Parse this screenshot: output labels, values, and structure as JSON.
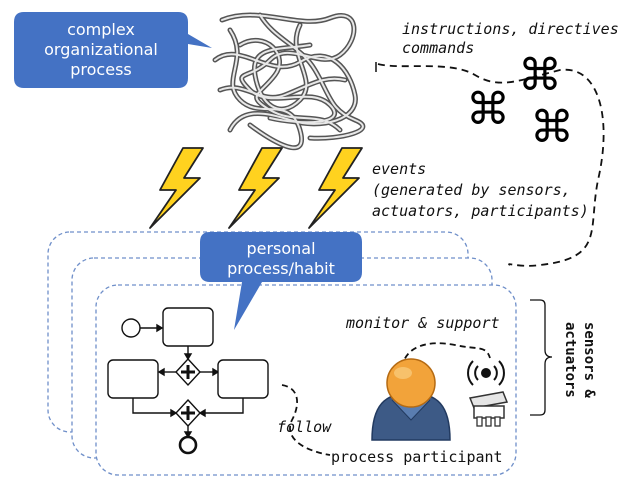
{
  "callouts": {
    "complex_process": [
      "complex",
      "organizational",
      "process"
    ],
    "personal_process": [
      "personal",
      "process/habit"
    ]
  },
  "labels": {
    "instructions": [
      "instructions, directives,",
      "commands"
    ],
    "events": [
      "events",
      "(generated by sensors,",
      "actuators, participants)"
    ],
    "monitor": "monitor & support",
    "follow": "follow",
    "participant": "process participant",
    "sensors_actuators": [
      "sensors &",
      "actuators"
    ]
  },
  "icons": {
    "command_symbol": "⌘",
    "command_count": 3,
    "lightning_count": 3,
    "tangle": "tangled-process-icon",
    "person": "person-icon",
    "sensor": "wireless-sensor-icon",
    "actuator": "plug-actuator-icon"
  },
  "colors": {
    "callout_fill": "#4472c4",
    "lightning_fill": "#ffd21f",
    "lightning_stroke": "#222222",
    "card_border": "#6f8fc9",
    "person_head": "#f2a33a",
    "person_body": "#3d5a86"
  }
}
